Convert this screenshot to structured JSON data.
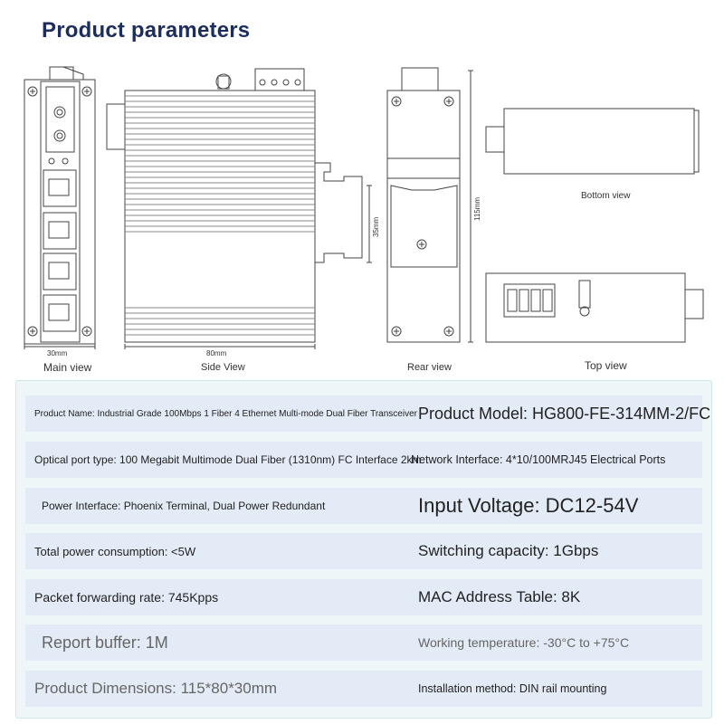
{
  "page": {
    "title": "Product parameters"
  },
  "views": {
    "main": "Main view",
    "side": "Side View",
    "rear": "Rear view",
    "top": "Top view",
    "bottom": "Bottom view"
  },
  "dimensions": {
    "main_width": "30mm",
    "side_width": "80mm",
    "rail_height": "35mm",
    "height": "115mm"
  },
  "specs": [
    {
      "left": "Product Name: Industrial Grade 100Mbps 1 Fiber 4 Ethernet Multi-mode Dual Fiber Transceiver",
      "right": "Product Model: HG800-FE-314MM-2/FC"
    },
    {
      "left": "Optical port type: 100 Megabit Multimode Dual Fiber (1310nm) FC Interface 2km",
      "right": "Network Interface: 4*10/100MRJ45 Electrical Ports"
    },
    {
      "left": "Power Interface: Phoenix Terminal, Dual Power Redundant",
      "right": "Input Voltage: DC12-54V"
    },
    {
      "left": "Total power consumption: <5W",
      "right": "Switching capacity: 1Gbps"
    },
    {
      "left": "Packet forwarding rate: 745Kpps",
      "right": "MAC Address Table: 8K"
    },
    {
      "left": "Report buffer: 1M",
      "right": "Working temperature: -30°C to +75°C"
    },
    {
      "left": "Product Dimensions: 115*80*30mm",
      "right": "Installation method: DIN rail mounting"
    }
  ]
}
